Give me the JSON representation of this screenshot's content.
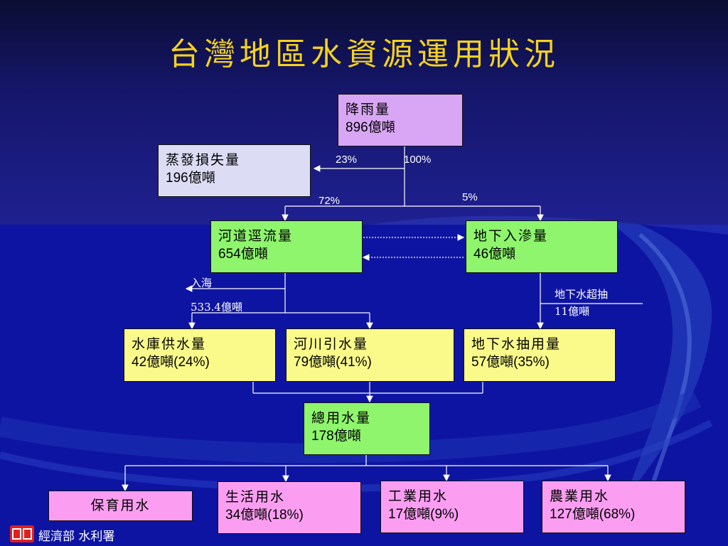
{
  "title": "台灣地區水資源運用狀況",
  "nodes": {
    "rain": {
      "name": "降雨量",
      "value": "896億噸"
    },
    "evap": {
      "name": "蒸發損失量",
      "value": "196億噸"
    },
    "runoff": {
      "name": "河道逕流量",
      "value": "654億噸"
    },
    "infil": {
      "name": "地下入滲量",
      "value": "46億噸"
    },
    "reservoir": {
      "name": "水庫供水量",
      "value": "42億噸(24%)"
    },
    "river": {
      "name": "河川引水量",
      "value": "79億噸(41%)"
    },
    "groundwater": {
      "name": "地下水抽用量",
      "value": "57億噸(35%)"
    },
    "total": {
      "name": "總用水量",
      "value": "178億噸"
    },
    "conservation": {
      "name": "保育用水"
    },
    "domestic": {
      "name": "生活用水",
      "value": "34億噸(18%)"
    },
    "industrial": {
      "name": "工業用水",
      "value": "17億噸(9%)"
    },
    "agricultural": {
      "name": "農業用水",
      "value": "127億噸(68%)"
    }
  },
  "labels": {
    "p23": "23%",
    "p100": "100%",
    "p72": "72%",
    "p5": "5%",
    "to_sea": "入海",
    "to_sea_value": "533.4億噸",
    "overpump": "地下水超抽",
    "overpump_value": "11億噸"
  },
  "footer": {
    "org": "經濟部 水利署"
  },
  "colors": {
    "title": "#f5d21e",
    "rain": "#d9a6f5",
    "evap": "#dcdcf5",
    "flow": "#8ef56d",
    "supply": "#fafa8a",
    "use": "#fb9ef2"
  }
}
